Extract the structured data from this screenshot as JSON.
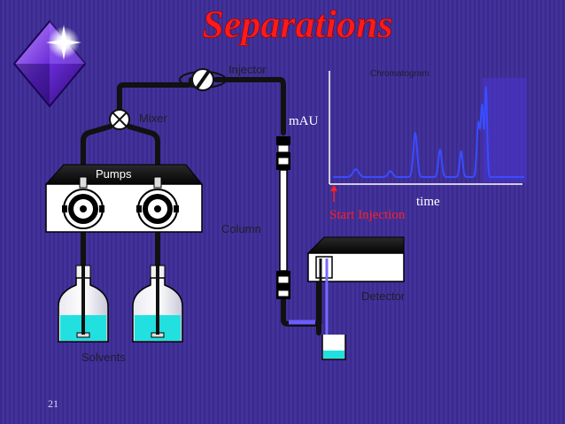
{
  "slide": {
    "title": "Separations",
    "page_number": "21"
  },
  "labels": {
    "injector": "Injector",
    "mixer": "Mixer",
    "pumps": "Pumps",
    "column": "Column",
    "detector": "Detector",
    "solvents": "Solvents",
    "chromatogram": "Chromatogram",
    "mau": "mAU",
    "time": "time",
    "start_injection": "Start Injection"
  },
  "colors": {
    "title": "#ff1a1a",
    "tubing": "#111111",
    "solvent": "#22e0e0",
    "chromatogram_trace": "#3a4cff",
    "start_injection": "#ff2020",
    "detector_flow": "#7a68ff"
  },
  "chart_data": {
    "type": "line",
    "title": "Chromatogram",
    "ylabel": "mAU",
    "xlabel": "time",
    "annotations": [
      "Start Injection"
    ],
    "peaks": [
      {
        "x": 0.12,
        "height": 0.08,
        "width": 0.015
      },
      {
        "x": 0.3,
        "height": 0.06,
        "width": 0.012
      },
      {
        "x": 0.43,
        "height": 0.45,
        "width": 0.01
      },
      {
        "x": 0.56,
        "height": 0.28,
        "width": 0.009
      },
      {
        "x": 0.67,
        "height": 0.26,
        "width": 0.008
      },
      {
        "x": 0.76,
        "height": 0.55,
        "width": 0.008
      },
      {
        "x": 0.78,
        "height": 0.72,
        "width": 0.007
      },
      {
        "x": 0.8,
        "height": 0.92,
        "width": 0.006
      }
    ],
    "grid": false
  }
}
